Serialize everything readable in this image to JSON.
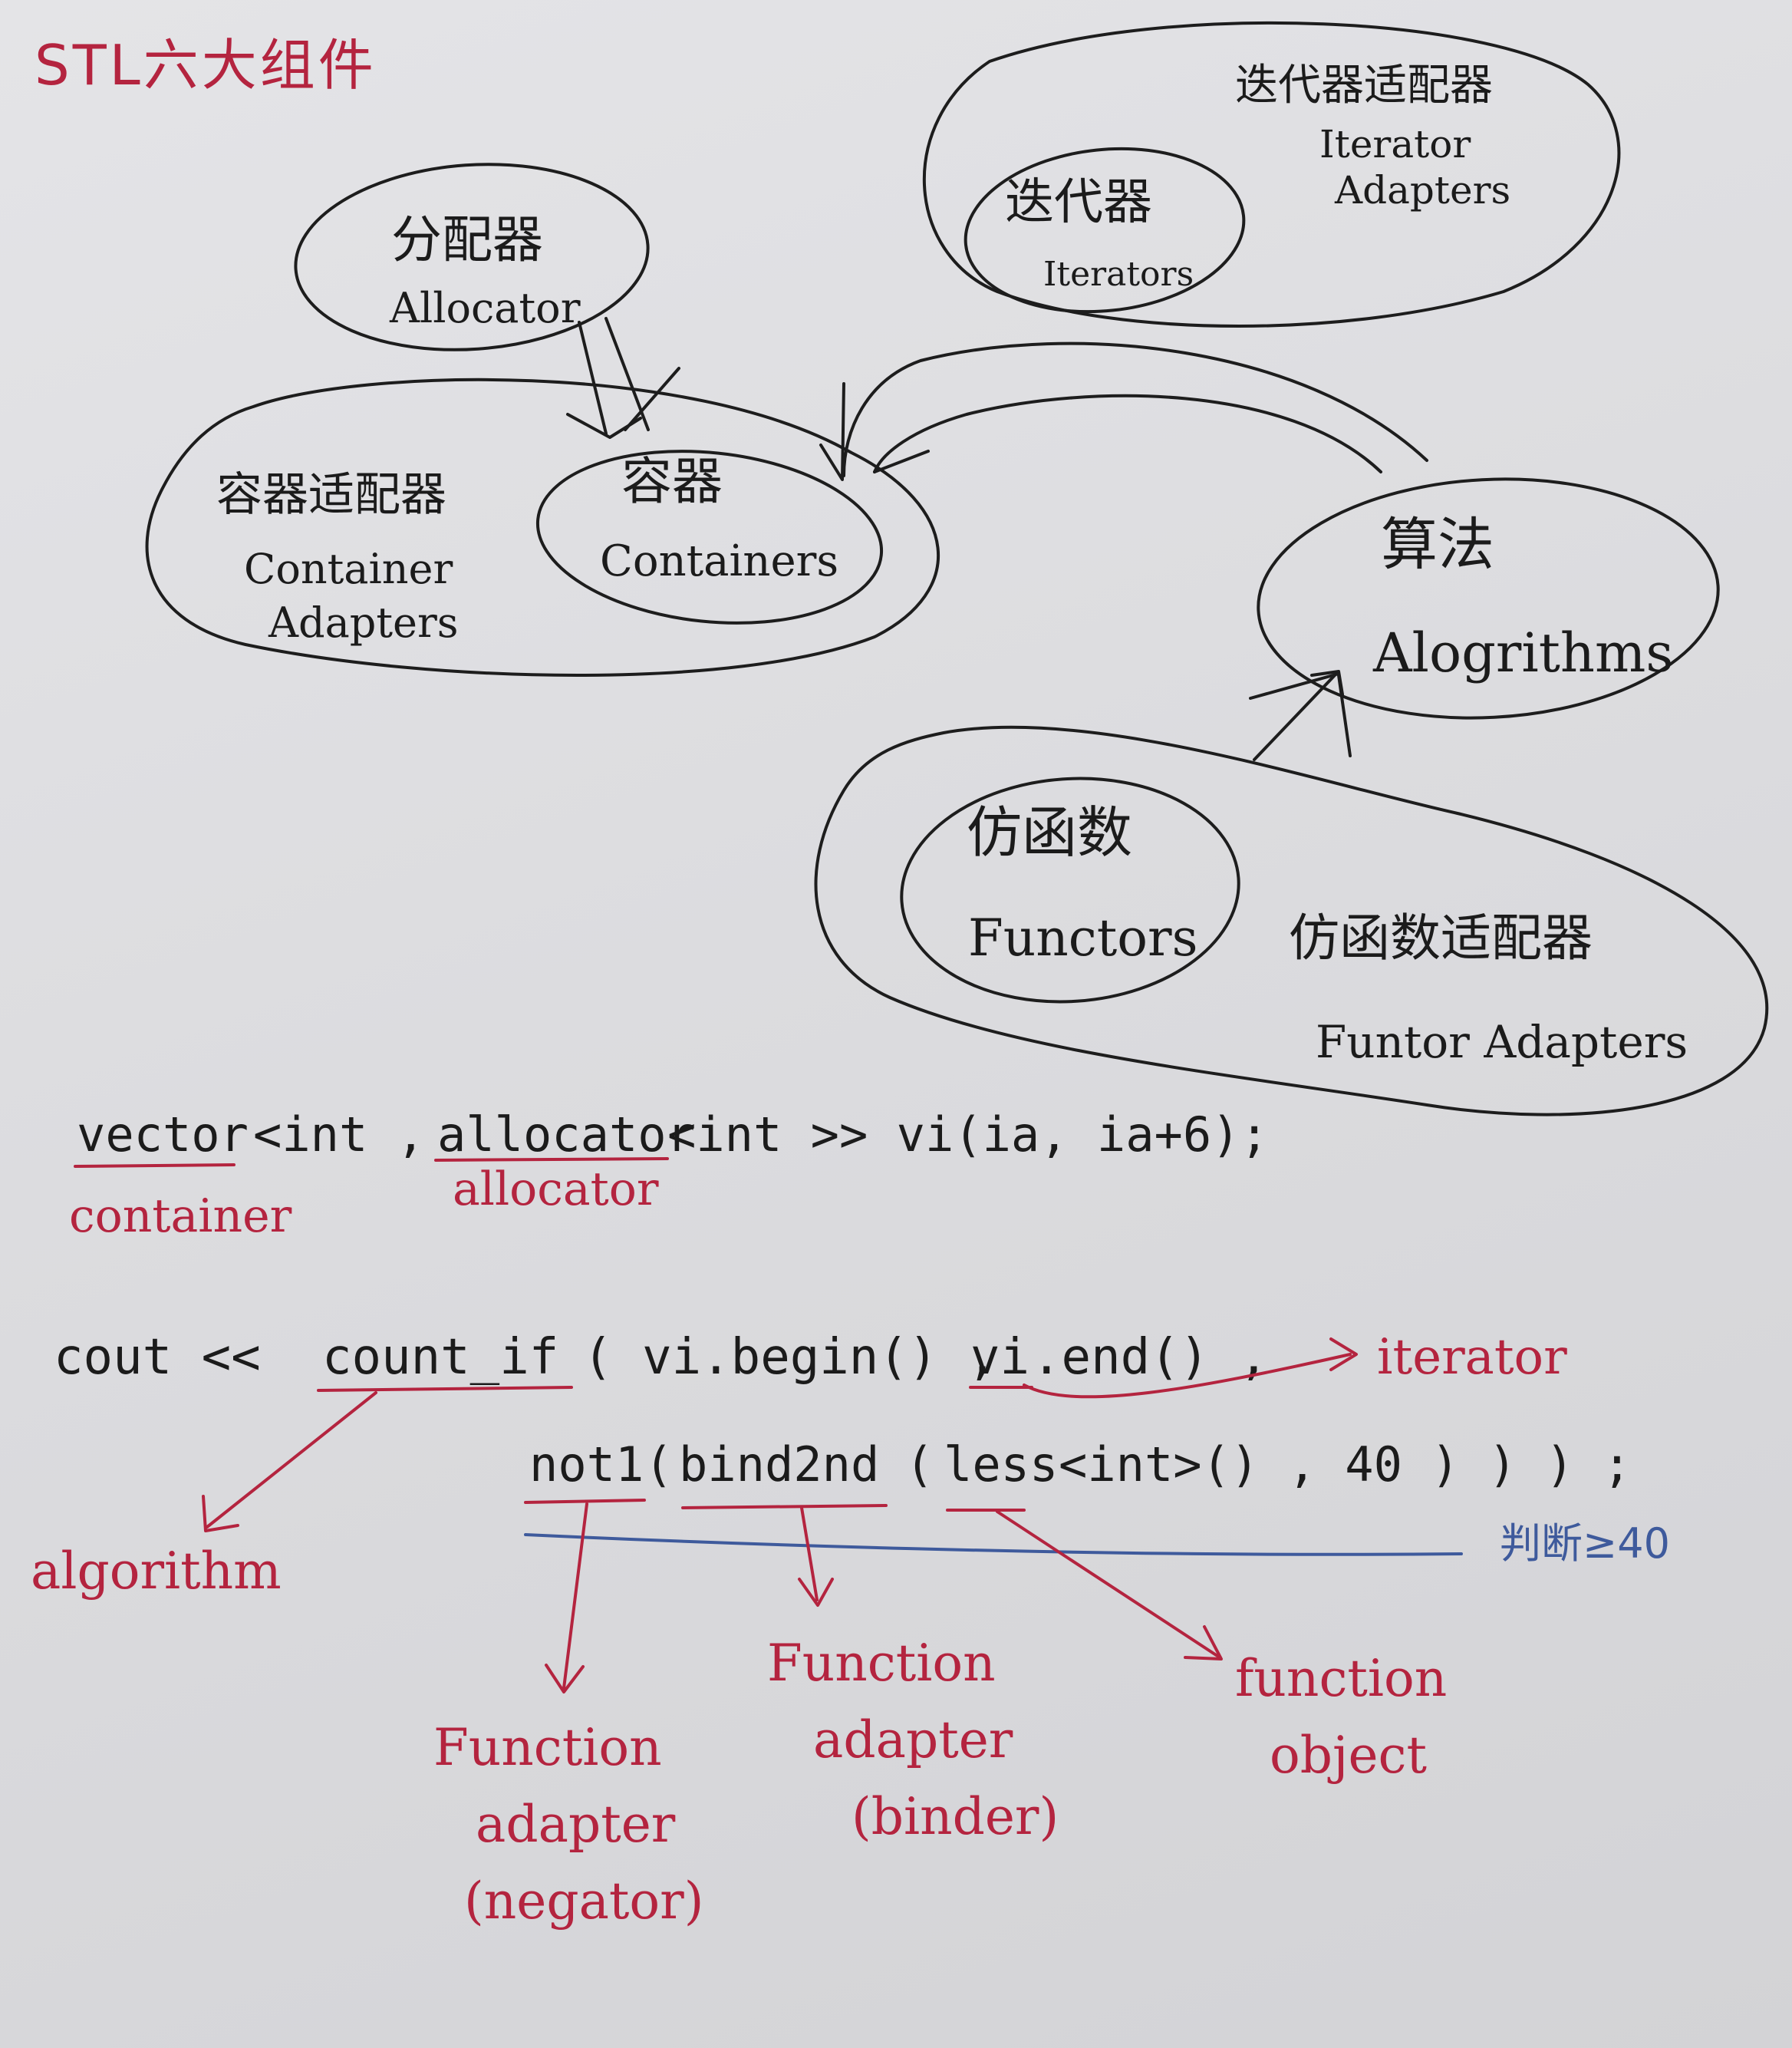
{
  "title": "STL六大组件",
  "components": {
    "allocator": {
      "zh": "分配器",
      "en": "Allocator"
    },
    "containers": {
      "zh": "容器",
      "en": "Containers"
    },
    "container_adapters": {
      "zh": "容器适配器",
      "en_line1": "Container",
      "en_line2": "Adapters"
    },
    "iterators": {
      "zh": "迭代器",
      "en": "Iterators"
    },
    "iterator_adapters": {
      "zh": "迭代器适配器",
      "en_line1": "Iterator",
      "en_line2": "Adapters"
    },
    "algorithms": {
      "zh": "算法",
      "en": "Alogrithms"
    },
    "functors": {
      "zh": "仿函数",
      "en": "Functors"
    },
    "functor_adapters": {
      "zh": "仿函数适配器",
      "en": "Funtor Adapters"
    }
  },
  "code": {
    "line1": {
      "vector": "vector",
      "lt_int_comma": "<int ,",
      "allocator": "allocator",
      "rest": "<int >>  vi(ia, ia+6);"
    },
    "line1_notes": {
      "container": "container",
      "allocator": "allocator"
    },
    "line2": {
      "cout": "cout <<",
      "count_if": "count_if",
      "mid": "( vi.begin() ,",
      "vi": "vi",
      "end": ".end() ,"
    },
    "line3": {
      "not1": "not1",
      "paren1": "(",
      "bind2nd": "bind2nd",
      "paren2": "(",
      "less": "less",
      "rest": "<int>() , 40 ) ) ) ;"
    }
  },
  "annotations": {
    "iterator": "iterator",
    "algorithm": "algorithm",
    "judge": "判断≥40",
    "negator_l1": "Function",
    "negator_l2": "adapter",
    "negator_l3": "(negator)",
    "binder_l1": "Function",
    "binder_l2": "adapter",
    "binder_l3": "(binder)",
    "fobj_l1": "function",
    "fobj_l2": "object"
  },
  "colors": {
    "ink": "#1d1d1d",
    "red_pen": "#b4243f",
    "blue_pen": "#3e5a9c",
    "paper": "#dcdcde"
  }
}
